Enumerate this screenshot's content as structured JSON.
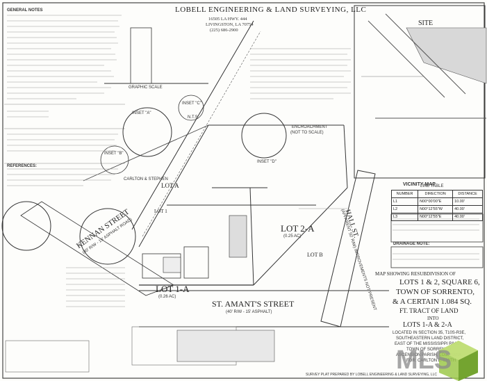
{
  "header": {
    "company": "LOBELL ENGINEERING & LAND SURVEYING, LLC",
    "address": "16505 LA HWY. 444",
    "city": "LIVINGSTON, LA 70754",
    "phone": "(225) 686-2900"
  },
  "site_label": "SITE",
  "vicinity_map_label": "VICINITY MAP",
  "lots": {
    "lot_a": "LOT A",
    "lot_2a": "LOT 2-A",
    "lot_2a_area": "(0.25 AC)",
    "lot_1a": "LOT 1-A",
    "lot_1a_area": "(0.26 AC)",
    "lot_b": "LOT B",
    "lot_1": "LOT 1"
  },
  "streets": {
    "kennan": "KENNAN STREET",
    "kennan_row": "(40' R/W - 15' ASPHALT ROAD)",
    "st_amant": "ST. AMANT'S STREET",
    "st_amant_row": "(40' R/W - 15' ASPHALT)",
    "hall_st": "HALL ST.",
    "hall_row": "(APPARENT 50' R/W) IMPROVEMENTS NOT PRESENT"
  },
  "insets": {
    "inset_a": "INSET \"A\"",
    "inset_b": "INSET \"B\"",
    "inset_c": "INSET \"C\"",
    "inset_d": "INSET \"D\"",
    "nts": "N.T.S."
  },
  "line_table": {
    "title": "LINE TABLE",
    "headers": [
      "NUMBER",
      "DIRECTION",
      "DISTANCE"
    ],
    "rows": [
      [
        "L1",
        "N00°00'00\"E",
        "10.00'"
      ],
      [
        "L2",
        "N00°12'55\"W",
        "40.00'"
      ],
      [
        "L3",
        "N00°12'55\"E",
        "40.00'"
      ]
    ]
  },
  "map_title": {
    "line1": "MAP SHOWING RESUBDIVISION OF",
    "line2": "LOTS 1 & 2, SQUARE 6,",
    "line3": "TOWN OF SORRENTO,",
    "line4": "& A CERTAIN 1.084 SQ.",
    "line5": "FT. TRACT OF LAND",
    "into": "INTO",
    "result": "LOTS 1-A & 2-A",
    "loc1": "LOCATED IN SECTION 35, T10S-R3E,",
    "loc2": "SOUTHEASTERN LAND DISTRICT,",
    "loc3": "EAST OF THE MISSISSIPPI RIVER",
    "loc4": "TOWN OF SORRENTO",
    "loc5": "ASCENSION PARISH, LOUISIANA",
    "loc6": "FOR: CARLTON L. SMITH"
  },
  "notes": {
    "general_notes": "GENERAL NOTES",
    "reference_title": "REFERENCES:",
    "drainage_note": "DRAINAGE NOTE:",
    "owner_label": "CARLTON & STEPHEN",
    "utility_area": "(NOT TO SCALE)",
    "dumpster": "ENCROACHMENT",
    "scale_label": "GRAPHIC SCALE",
    "footer": "SURVEY PLAT PREPARED BY LOBELL ENGINEERING & LAND SURVEYING, LLC"
  },
  "watermark": "MLS"
}
